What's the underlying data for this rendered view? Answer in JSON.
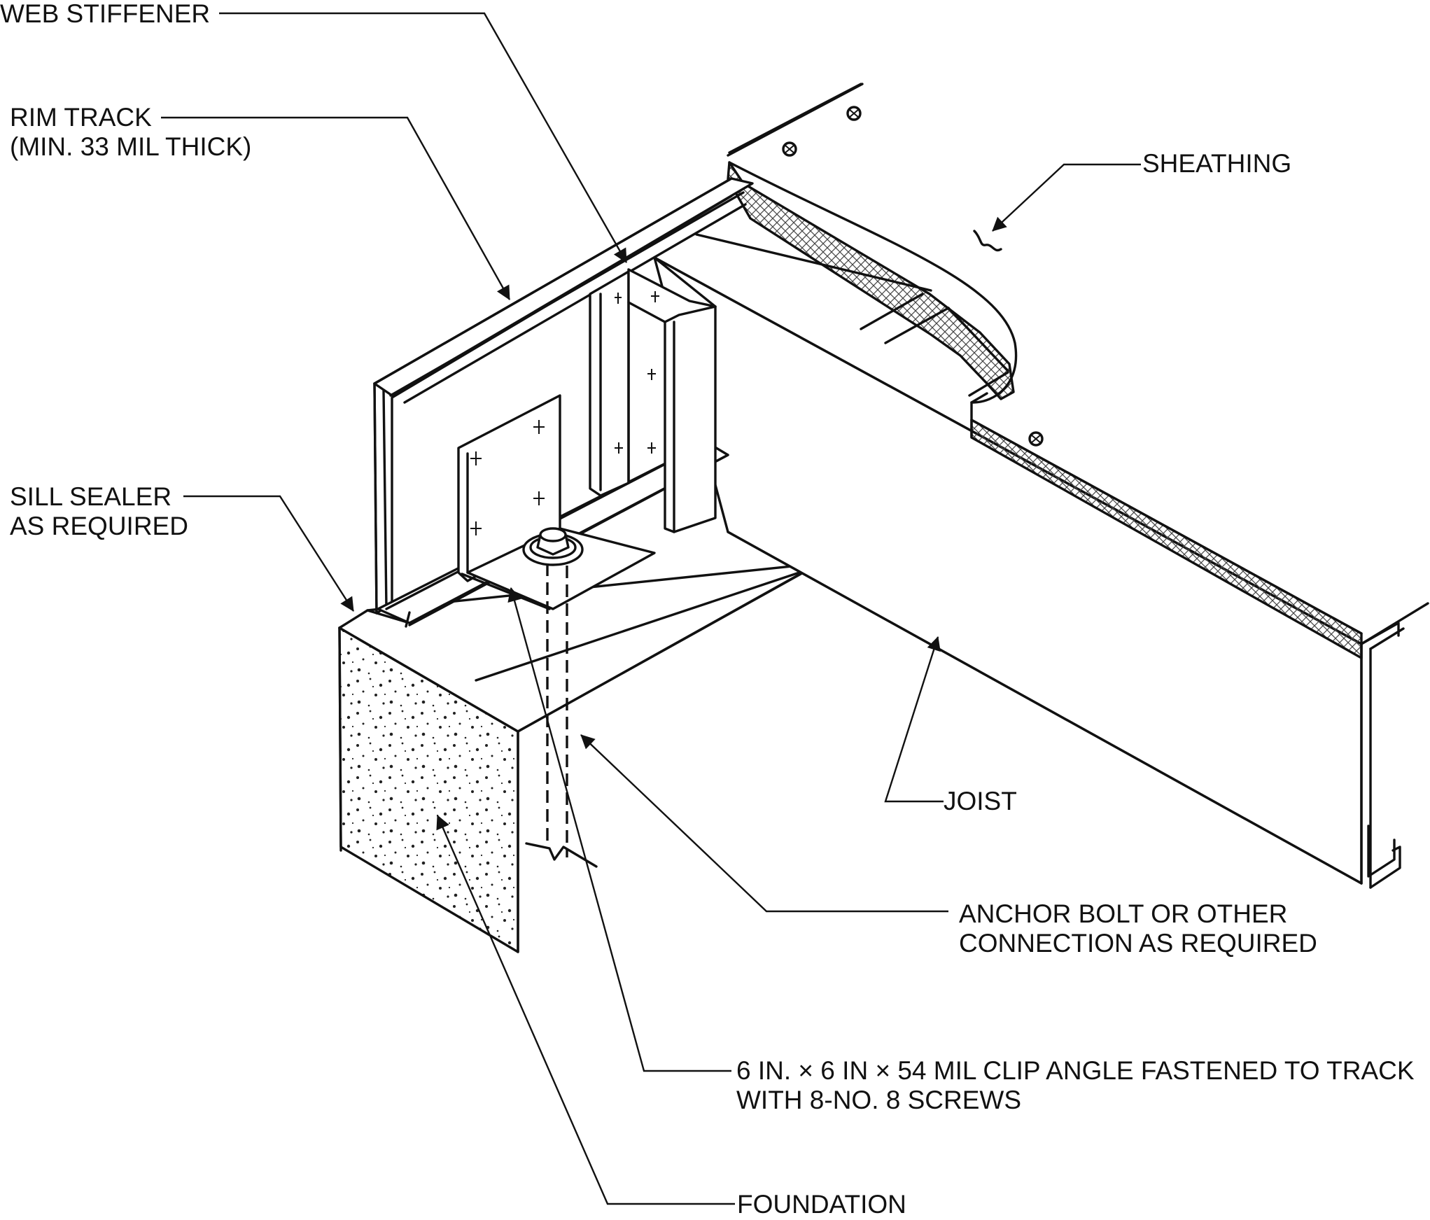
{
  "labels": {
    "web_stiffener": "WEB STIFFENER",
    "rim_track_1": "RIM TRACK",
    "rim_track_2": "(MIN. 33 MIL THICK)",
    "sheathing": "SHEATHING",
    "sill_sealer_1": "SILL SEALER",
    "sill_sealer_2": "AS REQUIRED",
    "joist": "JOIST",
    "anchor_bolt_1": "ANCHOR BOLT OR OTHER",
    "anchor_bolt_2": "CONNECTION AS REQUIRED",
    "clip_angle_1": "6 IN. × 6 IN × 54 MIL CLIP ANGLE FASTENED TO TRACK",
    "clip_angle_2": "WITH 8-NO. 8 SCREWS",
    "foundation": "FOUNDATION"
  },
  "colors": {
    "line": "#111111",
    "background": "#ffffff"
  }
}
